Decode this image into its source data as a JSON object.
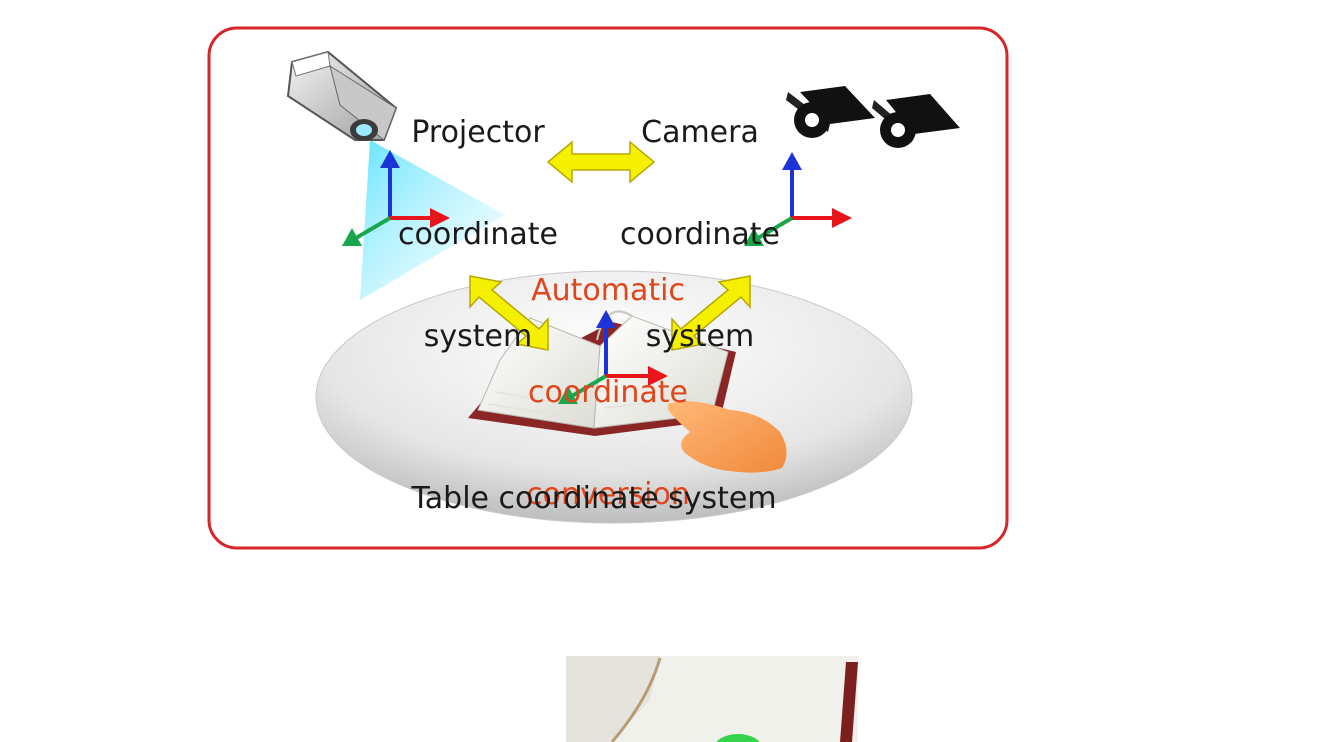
{
  "diagram": {
    "projector_label": [
      "Projector",
      "coordinate",
      "system"
    ],
    "camera_label": [
      "Camera",
      "coordinate",
      "system"
    ],
    "conversion_label": [
      "Automatic",
      "coordinate",
      "conversion"
    ],
    "table_label": "Table coordinate system"
  },
  "colors": {
    "frame": "#d7262b",
    "axis_x": "#e8141a",
    "axis_y": "#1c34d6",
    "axis_z": "#1aa64a",
    "double_arrow": "#f5f000",
    "conversion_text": "#e0461c"
  },
  "icons": [
    "projector-icon",
    "camera-icon",
    "open-book-icon",
    "pointing-hand-icon"
  ]
}
